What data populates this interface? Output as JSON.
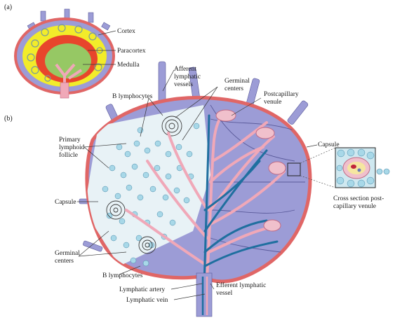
{
  "panels": {
    "a": "(a)",
    "b": "(b)"
  },
  "panel_a_labels": {
    "cortex": "Cortex",
    "paracortex": "Paracortex",
    "medulla": "Medulla"
  },
  "panel_b_labels": {
    "afferent_1": "Afferent",
    "afferent_2": "lymphatic",
    "afferent_3": "vessels",
    "germinal_top_1": "Germinal",
    "germinal_top_2": "centers",
    "b_lymph_top": "B lymphocytes",
    "postcap_1": "Postcapillary",
    "postcap_2": "venule",
    "primary_1": "Primary",
    "primary_2": "lymphoid",
    "primary_3": "follicle",
    "capsule_right": "Capsule",
    "capsule_left": "Capsule",
    "cross_1": "Cross section post-",
    "cross_2": "capillary venule",
    "germinal_bottom_1": "Germinal",
    "germinal_bottom_2": "centers",
    "b_lymph_bottom": "B lymphocytes",
    "lymph_artery": "Lymphatic artery",
    "lymph_vein": "Lymphatic vein",
    "efferent_1": "Efferent lymphatic",
    "efferent_2": "vessel"
  },
  "colors": {
    "capsule": "#e06666",
    "tissue": "#9c9cd6",
    "cortex": "#f2ec2a",
    "paracortex": "#e8452c",
    "medulla": "#96c864",
    "vessel_pink": "#f0a8b8",
    "vessel_blue": "#1f6f9f",
    "lymphocyte": "#a8d8e8"
  }
}
